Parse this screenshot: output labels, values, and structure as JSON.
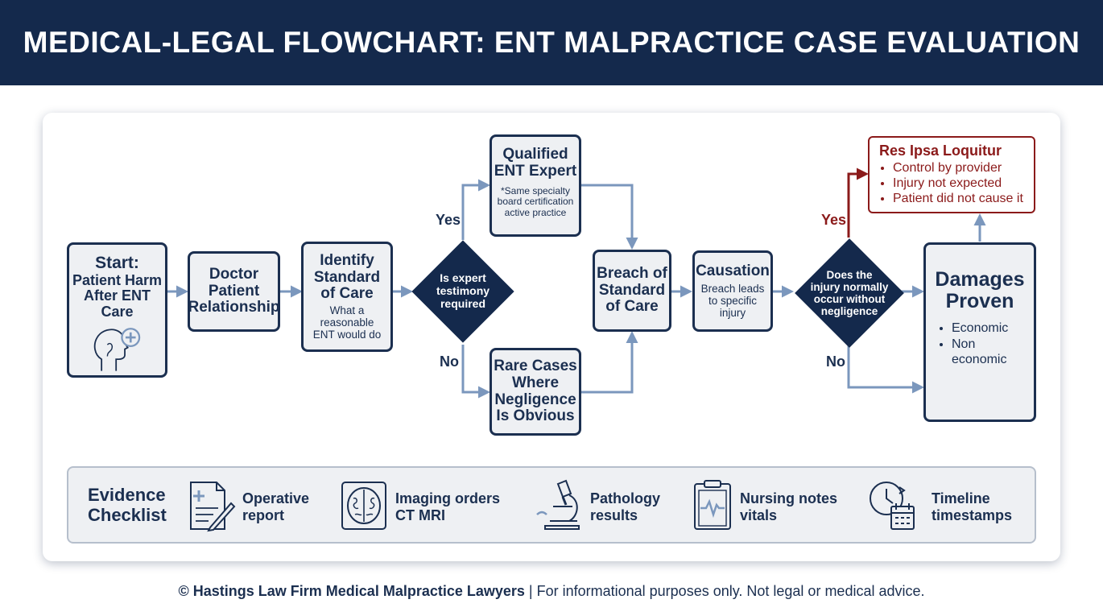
{
  "title": "MEDICAL-LEGAL FLOWCHART: ENT MALPRACTICE CASE EVALUATION",
  "colors": {
    "navy": "#14294c",
    "box_fill": "#eef0f3",
    "arrow": "#7b97bd",
    "red": "#8b1a1a"
  },
  "nodes": {
    "start": {
      "title": "Start:",
      "lines": [
        "Patient Harm",
        "After ENT Care"
      ],
      "icon": "head-plus-icon"
    },
    "relationship": {
      "lines": [
        "Doctor",
        "Patient",
        "Relationship"
      ]
    },
    "standard": {
      "title_lines": [
        "Identify",
        "Standard",
        "of Care"
      ],
      "sub_lines": [
        "What a",
        "reasonable",
        "ENT would do"
      ]
    },
    "expert_decision": {
      "lines": [
        "Is expert",
        "testimony",
        "required"
      ]
    },
    "qualified_expert": {
      "title_lines": [
        "Qualified",
        "ENT Expert"
      ],
      "sub_lines": [
        "*Same specialty",
        "board certification",
        "active practice"
      ]
    },
    "rare_cases": {
      "lines": [
        "Rare Cases",
        "Where",
        "Negligence",
        "Is Obvious"
      ]
    },
    "breach": {
      "lines": [
        "Breach of",
        "Standard",
        "of Care"
      ]
    },
    "causation": {
      "title": "Causation",
      "sub_lines": [
        "Breach leads",
        "to specific",
        "injury"
      ]
    },
    "injury_decision": {
      "lines": [
        "Does the",
        "injury normally",
        "occur without",
        "negligence"
      ]
    },
    "res_ipsa": {
      "title": "Res Ipsa Loquitur",
      "items": [
        "Control by provider",
        "Injury not expected",
        "Patient did not cause it"
      ]
    },
    "damages": {
      "title_lines": [
        "Damages",
        "Proven"
      ],
      "items": [
        "Economic",
        "Non economic"
      ]
    }
  },
  "labels": {
    "yes_expert": "Yes",
    "no_expert": "No",
    "yes_injury": "Yes",
    "no_injury": "No"
  },
  "evidence": {
    "title_lines": [
      "Evidence",
      "Checklist"
    ],
    "items": [
      {
        "lines": [
          "Operative",
          "report"
        ],
        "icon": "document-pen-icon"
      },
      {
        "lines": [
          "Imaging orders",
          "CT MRI"
        ],
        "icon": "brain-scan-icon"
      },
      {
        "lines": [
          "Pathology",
          "results"
        ],
        "icon": "microscope-icon"
      },
      {
        "lines": [
          "Nursing notes",
          "vitals"
        ],
        "icon": "clipboard-heartbeat-icon"
      },
      {
        "lines": [
          "Timeline",
          "timestamps"
        ],
        "icon": "clock-calendar-icon"
      }
    ]
  },
  "footer": {
    "bold": "© Hastings Law Firm Medical Malpractice Lawyers",
    "rest": " | For informational purposes only. Not legal or medical advice."
  }
}
